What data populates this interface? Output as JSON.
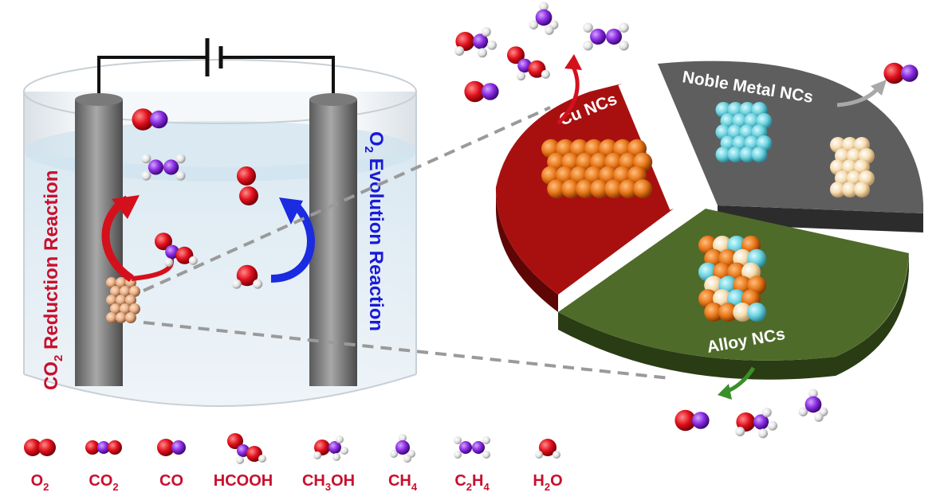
{
  "cell": {
    "left_reaction": "CO",
    "left_reaction_sub": "2",
    "left_reaction_rest": " Reduction Reaction",
    "right_reaction": "O",
    "right_reaction_sub": "2",
    "right_reaction_rest": " Evolution Reaction"
  },
  "pie": {
    "cu_label": "Cu NCs",
    "noble_label": "Noble Metal NCs",
    "alloy_label": "Alloy NCs"
  },
  "legend": [
    {
      "main": "O",
      "sub": "2",
      "rest": ""
    },
    {
      "main": "CO",
      "sub": "2",
      "rest": ""
    },
    {
      "main": "CO",
      "sub": "",
      "rest": ""
    },
    {
      "main": "HCOOH",
      "sub": "",
      "rest": ""
    },
    {
      "main": "CH",
      "sub": "3",
      "rest": "OH"
    },
    {
      "main": "CH",
      "sub": "4",
      "rest": ""
    },
    {
      "main": "C",
      "sub": "2",
      "rest": "H",
      "sub2": "4"
    },
    {
      "main": "H",
      "sub": "2",
      "rest": "O"
    }
  ],
  "colors": {
    "oxygen": "#e0101c",
    "carbon": "#8a2be2",
    "hydrogen": "#e8e8e8",
    "label": "#c8102e",
    "blue_label": "#1a1ad6",
    "cu_slice": "#a81010",
    "noble_slice": "#5e5e5e",
    "alloy_slice": "#4f6b2a",
    "cu_atom": "#e8781a",
    "noble_atom": "#6fd3e0",
    "alloy_cream": "#f6ddb0"
  }
}
